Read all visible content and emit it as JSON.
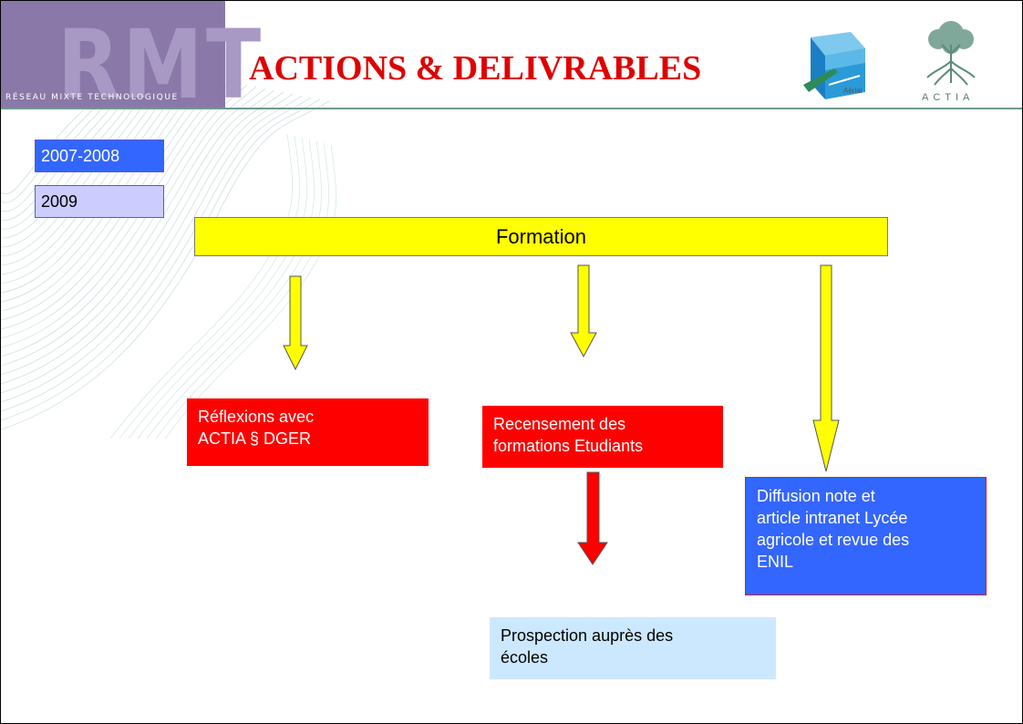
{
  "header": {
    "brand_letters": "RMT",
    "brand_subtitle": "RÉSEAU MIXTE TECHNOLOGIQUE",
    "title": "ACTIONS & DELIVRABLES",
    "aerial_logo_text": "Aérial",
    "actia_logo_text": "ACTIA"
  },
  "legend": [
    {
      "label": "2007-2008",
      "color": "#3366ff"
    },
    {
      "label": "2009",
      "color": "#ccccff"
    }
  ],
  "diagram": {
    "root": "Formation",
    "boxes": {
      "reflexions_line1": "Réflexions avec",
      "reflexions_line2": "ACTIA  § DGER",
      "recensement_line1": "Recensement des",
      "recensement_line2": "formations Etudiants",
      "diffusion_line1": "Diffusion note et",
      "diffusion_line2": "article intranet Lycée",
      "diffusion_line3": "agricole et revue des",
      "diffusion_line4": "ENIL",
      "prospection_line1": "Prospection auprès des",
      "prospection_line2": "écoles"
    },
    "colors": {
      "root": "#ffff00",
      "arrow_yellow": "#ffff00",
      "arrow_red": "#ff0000",
      "box_red": "#ff0000",
      "box_blue": "#3366ff",
      "box_lightblue": "#cce8ff"
    }
  }
}
